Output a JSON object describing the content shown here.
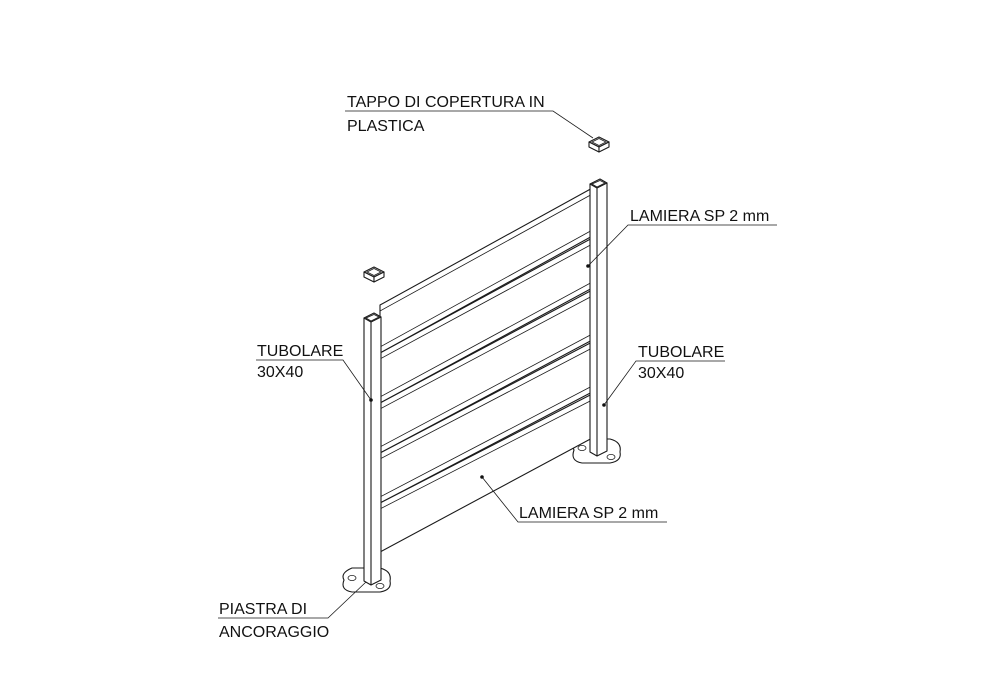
{
  "labels": {
    "cap_line1": "TAPPO DI COPERTURA IN",
    "cap_line2": "PLASTICA",
    "sheet_top": "LAMIERA SP 2 mm",
    "sheet_bottom": "LAMIERA SP 2 mm",
    "tube_left_line1": "TUBOLARE",
    "tube_left_line2": "30X40",
    "tube_right_line1": "TUBOLARE",
    "tube_right_line2": "30X40",
    "plate_line1": "PIASTRA DI",
    "plate_line2": "ANCORAGGIO"
  }
}
